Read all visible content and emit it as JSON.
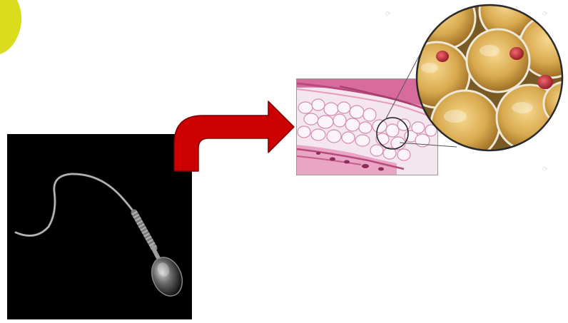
{
  "colors": {
    "accent_blob": "#dcdc1e",
    "arrow_fill": "#cc0000",
    "arrow_stroke": "#7a0000",
    "panel_background": "#000000",
    "histology_pink": "#e8a6c4",
    "adipocyte_gold": "#d9aa4f",
    "nucleus_red": "#c0323a"
  },
  "icons": [
    "sperm-cell-illustration",
    "red-curved-arrow",
    "adipose-tissue-micrograph",
    "zoomed-fat-cells",
    "watermark-icon"
  ]
}
